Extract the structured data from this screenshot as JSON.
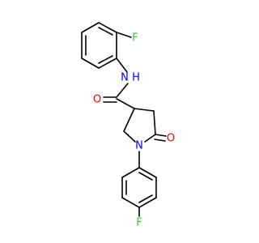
{
  "molecule": {
    "atom_labels": {
      "F_top": "F",
      "N_amide": "N",
      "H_amide": "H",
      "O_amide": "O",
      "O_lactam": "O",
      "N_ring": "N",
      "F_bottom": "F"
    },
    "colors": {
      "bond": "#000000",
      "F": "#33cc33",
      "N": "#0000ff",
      "O": "#ff0000",
      "H": "#0000ff"
    }
  }
}
